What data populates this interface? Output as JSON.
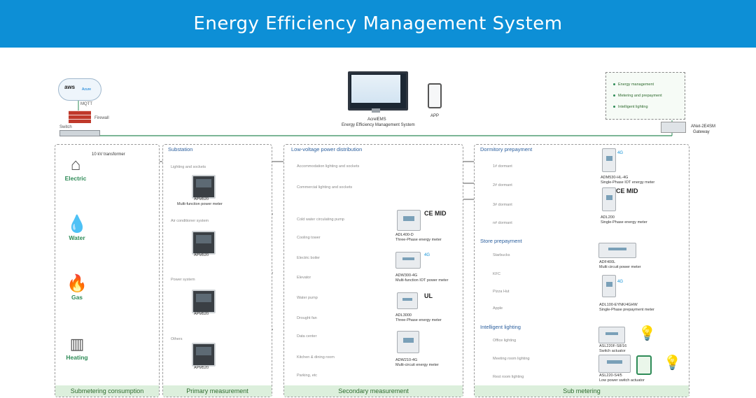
{
  "title": "Energy Efficiency Management System",
  "top": {
    "cloud": {
      "aws": "aws",
      "azure": "Azure"
    },
    "mqtt": "MQTT",
    "firewall": "Firewall",
    "switch": "Switch",
    "ems_name": "AcrelEMS",
    "ems_sub": "Energy Efficiency Management System",
    "app": "APP",
    "gateway_name": "ANet-2E4SM",
    "gateway_sub": "Gateway",
    "legend": [
      "Energy management",
      "Metering and prepayment",
      "Intelligent lighting"
    ]
  },
  "energy_types": [
    "Electric",
    "Water",
    "Gas",
    "Heating"
  ],
  "transformer": "10 kV transformer",
  "sections": {
    "submetering": {
      "footer": "Submetering consumption"
    },
    "primary": {
      "title": "Substation",
      "footer": "Primary measurement",
      "loads": [
        "Lighting and sockets",
        "Air conditioner system",
        "Power system",
        "Others"
      ],
      "meters": [
        {
          "model": "APM520",
          "desc": "Multi-function power meter"
        },
        {
          "model": "APM520",
          "desc": ""
        },
        {
          "model": "APM520",
          "desc": ""
        },
        {
          "model": "APM520",
          "desc": ""
        }
      ]
    },
    "secondary": {
      "title": "Low-voltage power distribution",
      "footer": "Secondary measurement",
      "feeders": [
        "Accommodation lighting and sockets",
        "Commercial lighting and sockets",
        "Cold water circulating pump",
        "Cooling tower",
        "Electric boiler",
        "Elevator",
        "Water pump",
        "Drought fan",
        "Data center",
        "Kitchen & dining room",
        "Parking, etc"
      ],
      "devices": [
        {
          "model": "ADL400-D",
          "desc": "Three-Phase energy meter",
          "cert": "CE MID"
        },
        {
          "model": "ADW300-4G",
          "desc": "Multi-function IOT power meter",
          "cert": "4G"
        },
        {
          "model": "ADL3000",
          "desc": "Three-Phase energy meter",
          "cert": "UL"
        },
        {
          "model": "ADW210-4G",
          "desc": "Multi-circuit energy meter",
          "cert": ""
        }
      ]
    },
    "sub": {
      "footer": "Sub metering",
      "dormitory": {
        "title": "Dormitory prepayment",
        "rooms": [
          "1# dormant",
          "2# dormant",
          "3# dormant",
          "n# dormant"
        ],
        "devices": [
          {
            "model": "ADM530-HL-4G",
            "desc": "Single-Phase IOT energy meter",
            "cert": "4G"
          },
          {
            "model": "ADL200",
            "desc": "Single-Phase energy meter",
            "cert": "CE MID"
          }
        ]
      },
      "store": {
        "title": "Store prepayment",
        "items": [
          "Starbucks",
          "KFC",
          "Pizza Hut",
          "Apple"
        ],
        "devices": [
          {
            "model": "ADF400L",
            "desc": "Multi circuit power meter",
            "cert": ""
          },
          {
            "model": "ADL100-EYNK/4GHW",
            "desc": "Single-Phase prepayment meter",
            "cert": "4G"
          }
        ]
      },
      "lighting": {
        "title": "Intelligent lighting",
        "items": [
          "Office lighting",
          "Meeting room lighting",
          "Rest room lighting"
        ],
        "devices": [
          {
            "model": "ASL220F-S8/16",
            "desc": "Switch actuator"
          },
          {
            "model": "ASL220-S4/5",
            "desc": "Low power switch actuator"
          }
        ]
      }
    }
  },
  "colors": {
    "header": "#0d8fd6",
    "green": "#2e8b57",
    "footer_bg": "#dcefdc",
    "wire": "#555555"
  }
}
